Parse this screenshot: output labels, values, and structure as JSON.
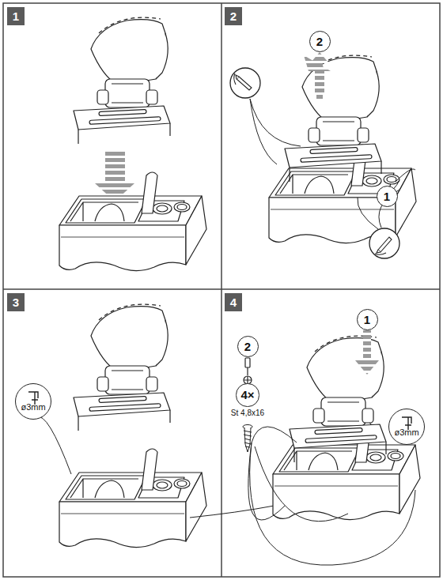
{
  "diagram": {
    "nodes": [
      {
        "text": [
          "1"
        ]
      },
      {
        "text": [
          "2"
        ]
      },
      {
        "text": [
          "2"
        ]
      },
      {
        "text": [
          "1"
        ]
      },
      {
        "text": [
          "3"
        ]
      },
      {
        "text": [
          "ø3mm"
        ]
      },
      {
        "text": [
          "ø3mm"
        ]
      },
      {
        "text": [
          "4"
        ]
      },
      {
        "text": [
          "1"
        ]
      },
      {
        "text": [
          "2"
        ]
      },
      {
        "text": [
          "4×"
        ]
      }
    ],
    "labels": [
      "St 4,8x16"
    ]
  }
}
